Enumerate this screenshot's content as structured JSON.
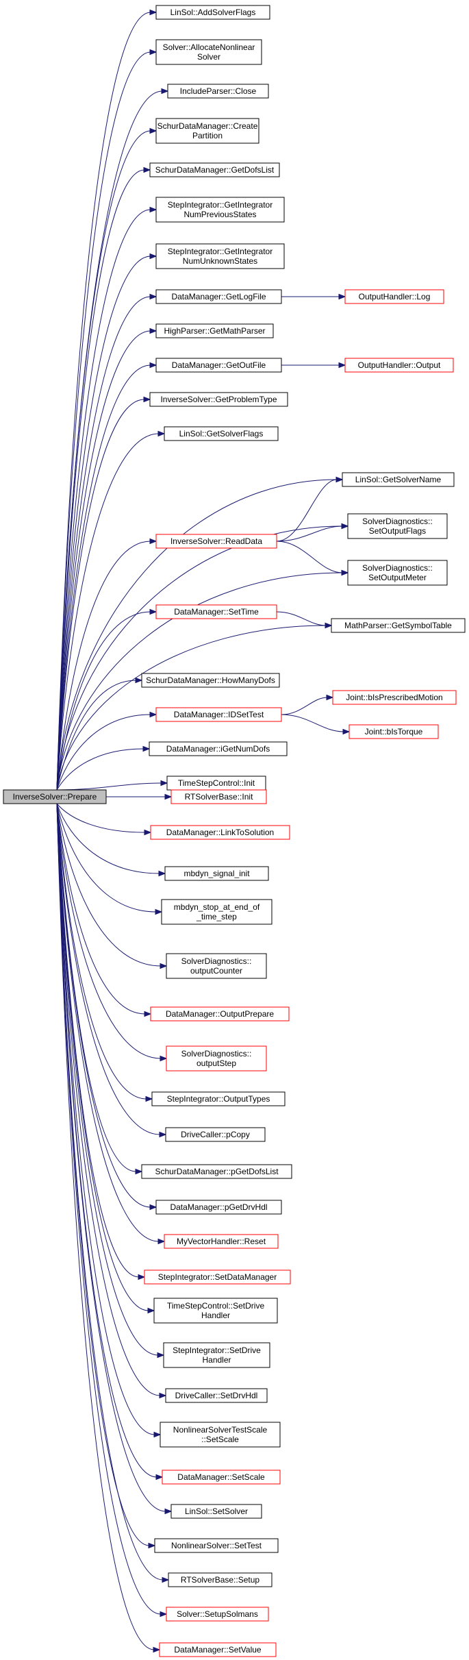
{
  "root": {
    "id": "root",
    "label": [
      "InverseSolver::Prepare"
    ],
    "fill": "#bfbfbf",
    "stroke": "#000000"
  },
  "nodes": [
    {
      "id": "n1",
      "label": [
        "LinSol::AddSolverFlags"
      ],
      "stroke": "#000000"
    },
    {
      "id": "n2",
      "label": [
        "Solver::AllocateNonlinear",
        "Solver"
      ],
      "stroke": "#000000"
    },
    {
      "id": "n3",
      "label": [
        "IncludeParser::Close"
      ],
      "stroke": "#000000"
    },
    {
      "id": "n4",
      "label": [
        "SchurDataManager::Create",
        "Partition"
      ],
      "stroke": "#000000"
    },
    {
      "id": "n5",
      "label": [
        "SchurDataManager::GetDofsList"
      ],
      "stroke": "#000000"
    },
    {
      "id": "n6",
      "label": [
        "StepIntegrator::GetIntegrator",
        "NumPreviousStates"
      ],
      "stroke": "#000000"
    },
    {
      "id": "n7",
      "label": [
        "StepIntegrator::GetIntegrator",
        "NumUnknownStates"
      ],
      "stroke": "#000000"
    },
    {
      "id": "n8",
      "label": [
        "DataManager::GetLogFile"
      ],
      "stroke": "#000000"
    },
    {
      "id": "n9",
      "label": [
        "OutputHandler::Log"
      ],
      "stroke": "#ff0000"
    },
    {
      "id": "n10",
      "label": [
        "HighParser::GetMathParser"
      ],
      "stroke": "#000000"
    },
    {
      "id": "n11",
      "label": [
        "DataManager::GetOutFile"
      ],
      "stroke": "#000000"
    },
    {
      "id": "n12",
      "label": [
        "OutputHandler::Output"
      ],
      "stroke": "#ff0000"
    },
    {
      "id": "n13",
      "label": [
        "InverseSolver::GetProblemType"
      ],
      "stroke": "#000000"
    },
    {
      "id": "n14",
      "label": [
        "LinSol::GetSolverFlags"
      ],
      "stroke": "#000000"
    },
    {
      "id": "n15",
      "label": [
        "LinSol::GetSolverName"
      ],
      "stroke": "#000000"
    },
    {
      "id": "n16",
      "label": [
        "InverseSolver::ReadData"
      ],
      "stroke": "#ff0000"
    },
    {
      "id": "n17",
      "label": [
        "SolverDiagnostics::",
        "SetOutputFlags"
      ],
      "stroke": "#000000"
    },
    {
      "id": "n18",
      "label": [
        "SolverDiagnostics::",
        "SetOutputMeter"
      ],
      "stroke": "#000000"
    },
    {
      "id": "n19",
      "label": [
        "DataManager::SetTime"
      ],
      "stroke": "#ff0000"
    },
    {
      "id": "n20",
      "label": [
        "MathParser::GetSymbolTable"
      ],
      "stroke": "#000000"
    },
    {
      "id": "n21",
      "label": [
        "SchurDataManager::HowManyDofs"
      ],
      "stroke": "#000000"
    },
    {
      "id": "n22",
      "label": [
        "DataManager::IDSetTest"
      ],
      "stroke": "#ff0000"
    },
    {
      "id": "n23",
      "label": [
        "Joint::bIsPrescribedMotion"
      ],
      "stroke": "#ff0000"
    },
    {
      "id": "n24",
      "label": [
        "Joint::bIsTorque"
      ],
      "stroke": "#ff0000"
    },
    {
      "id": "n25",
      "label": [
        "DataManager::iGetNumDofs"
      ],
      "stroke": "#000000"
    },
    {
      "id": "n26",
      "label": [
        "TimeStepControl::Init"
      ],
      "stroke": "#000000"
    },
    {
      "id": "n27",
      "label": [
        "RTSolverBase::Init"
      ],
      "stroke": "#ff0000"
    },
    {
      "id": "n28",
      "label": [
        "DataManager::LinkToSolution"
      ],
      "stroke": "#ff0000"
    },
    {
      "id": "n29",
      "label": [
        "mbdyn_signal_init"
      ],
      "stroke": "#000000"
    },
    {
      "id": "n30",
      "label": [
        "mbdyn_stop_at_end_of",
        "_time_step"
      ],
      "stroke": "#000000"
    },
    {
      "id": "n31",
      "label": [
        "SolverDiagnostics::",
        "outputCounter"
      ],
      "stroke": "#000000"
    },
    {
      "id": "n32",
      "label": [
        "DataManager::OutputPrepare"
      ],
      "stroke": "#ff0000"
    },
    {
      "id": "n33",
      "label": [
        "SolverDiagnostics::",
        "outputStep"
      ],
      "stroke": "#ff0000"
    },
    {
      "id": "n34",
      "label": [
        "StepIntegrator::OutputTypes"
      ],
      "stroke": "#000000"
    },
    {
      "id": "n35",
      "label": [
        "DriveCaller::pCopy"
      ],
      "stroke": "#000000"
    },
    {
      "id": "n36",
      "label": [
        "SchurDataManager::pGetDofsList"
      ],
      "stroke": "#000000"
    },
    {
      "id": "n37",
      "label": [
        "DataManager::pGetDrvHdl"
      ],
      "stroke": "#000000"
    },
    {
      "id": "n38",
      "label": [
        "MyVectorHandler::Reset"
      ],
      "stroke": "#ff0000"
    },
    {
      "id": "n39",
      "label": [
        "StepIntegrator::SetDataManager"
      ],
      "stroke": "#ff0000"
    },
    {
      "id": "n40",
      "label": [
        "TimeStepControl::SetDrive",
        "Handler"
      ],
      "stroke": "#000000"
    },
    {
      "id": "n41",
      "label": [
        "StepIntegrator::SetDrive",
        "Handler"
      ],
      "stroke": "#000000"
    },
    {
      "id": "n42",
      "label": [
        "DriveCaller::SetDrvHdl"
      ],
      "stroke": "#000000"
    },
    {
      "id": "n43",
      "label": [
        "NonlinearSolverTestScale",
        "::SetScale"
      ],
      "stroke": "#000000"
    },
    {
      "id": "n44",
      "label": [
        "DataManager::SetScale"
      ],
      "stroke": "#ff0000"
    },
    {
      "id": "n45",
      "label": [
        "LinSol::SetSolver"
      ],
      "stroke": "#000000"
    },
    {
      "id": "n46",
      "label": [
        "NonlinearSolver::SetTest"
      ],
      "stroke": "#000000"
    },
    {
      "id": "n47",
      "label": [
        "RTSolverBase::Setup"
      ],
      "stroke": "#000000"
    },
    {
      "id": "n48",
      "label": [
        "Solver::SetupSolmans"
      ],
      "stroke": "#ff0000"
    },
    {
      "id": "n49",
      "label": [
        "DataManager::SetValue"
      ],
      "stroke": "#ff0000"
    }
  ],
  "edges": [
    [
      "root",
      "n1"
    ],
    [
      "root",
      "n2"
    ],
    [
      "root",
      "n3"
    ],
    [
      "root",
      "n4"
    ],
    [
      "root",
      "n5"
    ],
    [
      "root",
      "n6"
    ],
    [
      "root",
      "n7"
    ],
    [
      "root",
      "n8"
    ],
    [
      "root",
      "n10"
    ],
    [
      "root",
      "n11"
    ],
    [
      "root",
      "n13"
    ],
    [
      "root",
      "n14"
    ],
    [
      "root",
      "n15"
    ],
    [
      "root",
      "n16"
    ],
    [
      "root",
      "n17"
    ],
    [
      "root",
      "n18"
    ],
    [
      "root",
      "n19"
    ],
    [
      "root",
      "n20"
    ],
    [
      "root",
      "n21"
    ],
    [
      "root",
      "n22"
    ],
    [
      "root",
      "n25"
    ],
    [
      "root",
      "n26"
    ],
    [
      "root",
      "n27"
    ],
    [
      "root",
      "n28"
    ],
    [
      "root",
      "n29"
    ],
    [
      "root",
      "n30"
    ],
    [
      "root",
      "n31"
    ],
    [
      "root",
      "n32"
    ],
    [
      "root",
      "n33"
    ],
    [
      "root",
      "n34"
    ],
    [
      "root",
      "n35"
    ],
    [
      "root",
      "n36"
    ],
    [
      "root",
      "n37"
    ],
    [
      "root",
      "n38"
    ],
    [
      "root",
      "n39"
    ],
    [
      "root",
      "n40"
    ],
    [
      "root",
      "n41"
    ],
    [
      "root",
      "n42"
    ],
    [
      "root",
      "n43"
    ],
    [
      "root",
      "n44"
    ],
    [
      "root",
      "n45"
    ],
    [
      "root",
      "n46"
    ],
    [
      "root",
      "n47"
    ],
    [
      "root",
      "n48"
    ],
    [
      "root",
      "n49"
    ],
    [
      "n8",
      "n9"
    ],
    [
      "n11",
      "n12"
    ],
    [
      "n16",
      "n15"
    ],
    [
      "n16",
      "n17"
    ],
    [
      "n16",
      "n18"
    ],
    [
      "n19",
      "n20"
    ],
    [
      "n22",
      "n23"
    ],
    [
      "n22",
      "n24"
    ]
  ]
}
